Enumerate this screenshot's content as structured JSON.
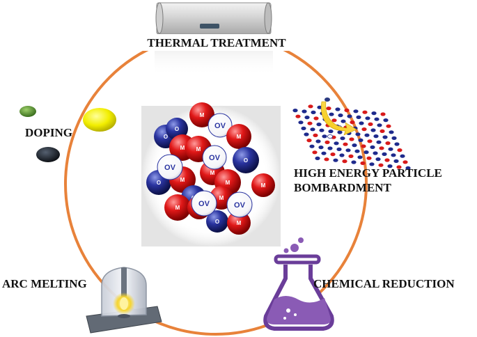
{
  "labels": {
    "thermal": "THERMAL TREATMENT",
    "particle_line1": "HIGH ENERGY PARTICLE",
    "particle_line2": "BOMBARDMENT",
    "chemical": "CHEMICAL REDUCTION",
    "arc": "ARC MELTING",
    "doping": "DOPING"
  },
  "atoms": {
    "metal": "M",
    "oxygen": "O",
    "vacancy": "OV"
  },
  "colors": {
    "cycle_ring": "#e8823a",
    "metal_atom": "#d81a1a",
    "oxygen_atom": "#1e2a8c",
    "vacancy": "#ffffff",
    "flask_liquid": "#8a5bb5",
    "flask_outline": "#6a3d99",
    "dopant_green": "#4f8a2a",
    "dopant_yellow": "#f2ee00",
    "dopant_black": "#1a1f26"
  },
  "icons": [
    "tube-furnace-icon",
    "particle-lattice-icon",
    "flask-icon",
    "arc-furnace-icon",
    "dopant-beads-icon",
    "oxygen-vacancy-cluster"
  ]
}
